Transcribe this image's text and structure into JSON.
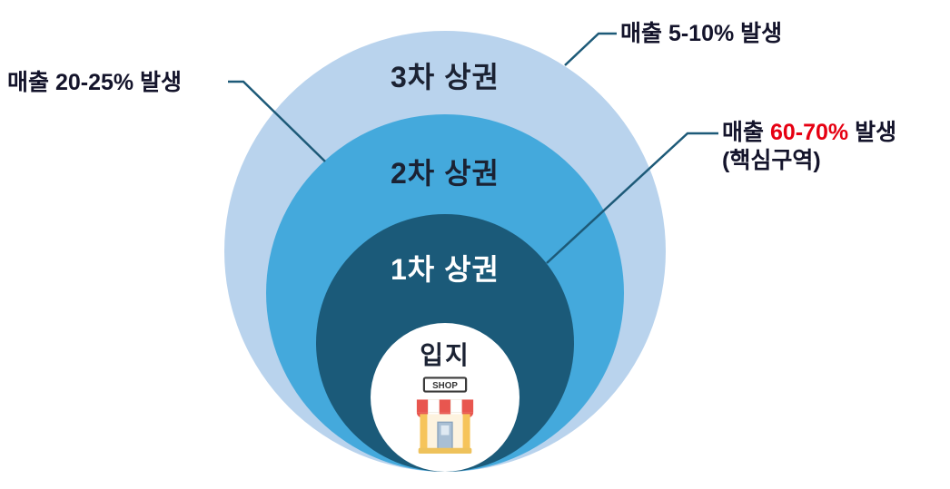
{
  "diagram": {
    "rings": [
      {
        "label": "3차 상권",
        "color": "#b9d3ed"
      },
      {
        "label": "2차 상권",
        "color": "#44a9dc"
      },
      {
        "label": "1차 상권",
        "color": "#1b5a79"
      }
    ],
    "center": {
      "label": "입지",
      "circle_color": "#ffffff",
      "icon": "shop-storefront-icon",
      "sign_text": "SHOP"
    },
    "annotations": {
      "tertiary": {
        "text": "매출 5-10% 발생"
      },
      "secondary": {
        "text": "매출 20-25% 발생"
      },
      "primary": {
        "prefix": "매출 ",
        "highlight": "60-70%",
        "suffix": " 발생",
        "line2": "(핵심구역)",
        "highlight_color": "#e60012"
      }
    },
    "line_color": "#1d5a78",
    "text_color": "#14142b"
  }
}
